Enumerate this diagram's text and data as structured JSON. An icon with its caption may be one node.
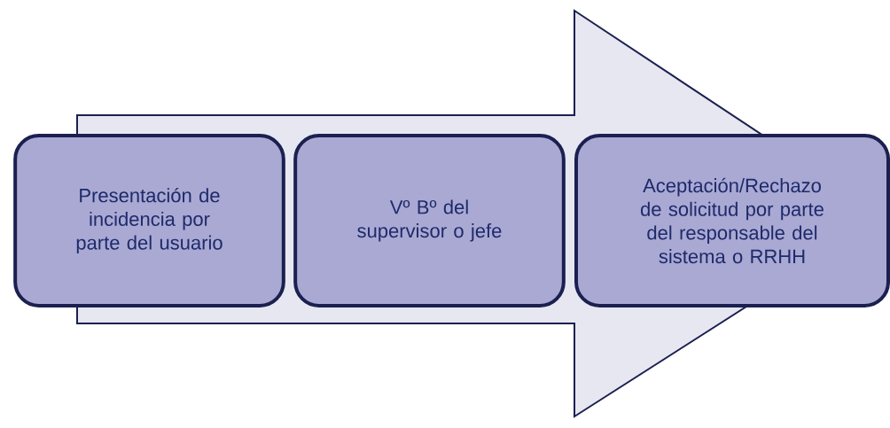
{
  "diagram": {
    "nodes": [
      {
        "text": [
          "Presentación de incidencia por parte del usuario"
        ]
      },
      {
        "text": [
          "Vº Bº del supervisor o jefe"
        ]
      },
      {
        "text": [
          "Aceptación/Rechazo de solicitud por parte del responsable del sistema o RRHH"
        ]
      }
    ],
    "edges": [
      {
        "from": 0,
        "to": 2,
        "arrow": "to"
      }
    ]
  }
}
